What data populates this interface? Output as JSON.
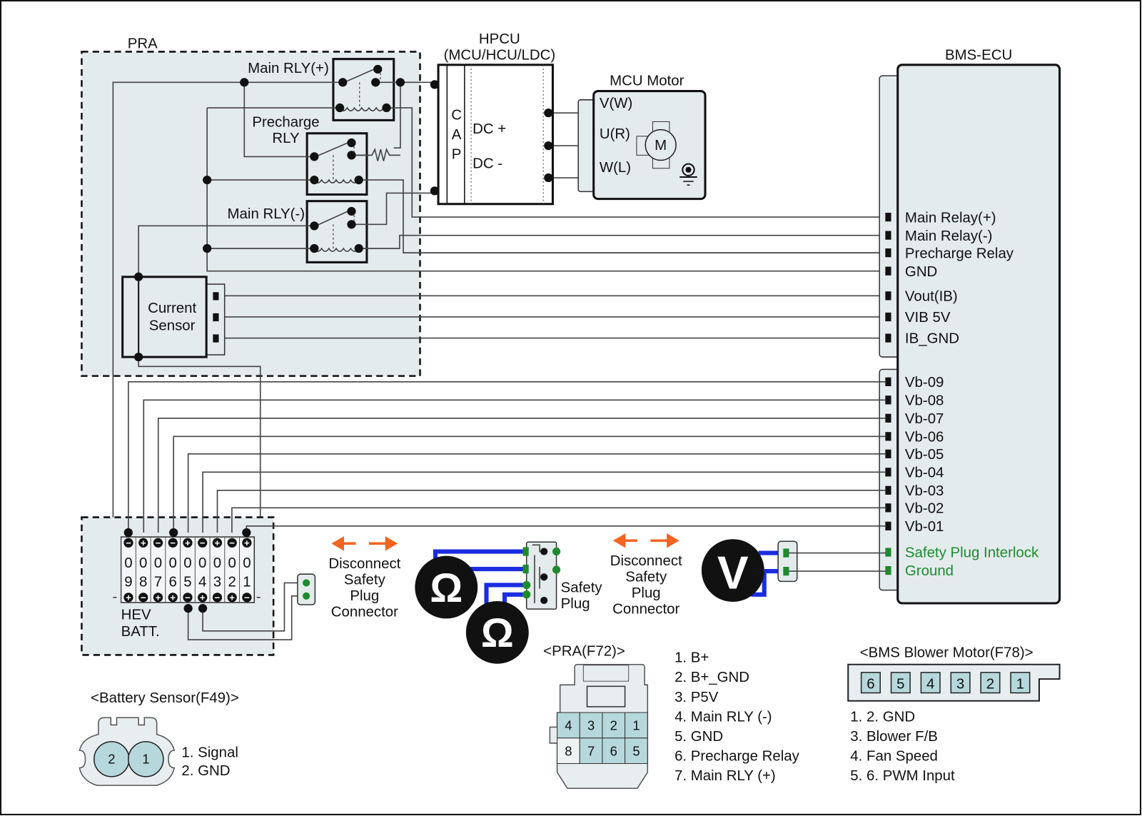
{
  "pra": {
    "title": "PRA",
    "main_rly_plus": "Main RLY(+)",
    "precharge_1": "Precharge",
    "precharge_2": "RLY",
    "main_rly_minus": "Main RLY(-)",
    "current_sensor_1": "Current",
    "current_sensor_2": "Sensor"
  },
  "hpcu": {
    "title": "HPCU",
    "subtitle": "(MCU/HCU/LDC)",
    "cap": [
      "C",
      "A",
      "P"
    ],
    "dc_plus": "DC +",
    "dc_minus": "DC -"
  },
  "motor": {
    "title": "MCU Motor",
    "v": "V(W)",
    "u": "U(R)",
    "w": "W(L)",
    "m": "M"
  },
  "bms": {
    "title": "BMS-ECU",
    "pins": [
      "Main Relay(+)",
      "Main Relay(-)",
      "Precharge Relay",
      "GND",
      "Vout(IB)",
      "VIB 5V",
      "IB_GND",
      "Vb-09",
      "Vb-08",
      "Vb-07",
      "Vb-06",
      "Vb-05",
      "Vb-04",
      "Vb-03",
      "Vb-02",
      "Vb-01"
    ],
    "green_pins": [
      "Safety Plug Interlock",
      "Ground"
    ],
    "green_color": "#1e8a2e"
  },
  "battery": {
    "label_1": "HEV",
    "label_2": "BATT.",
    "cells": [
      "09",
      "08",
      "07",
      "06",
      "05",
      "04",
      "03",
      "02",
      "01"
    ],
    "top_polarity": [
      "-",
      "+",
      "-",
      "-",
      "+",
      "-",
      "+",
      "-",
      "+"
    ],
    "bottom_polarity": [
      "+",
      "-",
      "+",
      "+",
      "-",
      "+",
      "-",
      "+",
      "-"
    ]
  },
  "disconnect_1": [
    "Disconnect",
    "Safety",
    "Plug",
    "Connector"
  ],
  "disconnect_2": [
    "Disconnect",
    "Safety",
    "Plug",
    "Connector"
  ],
  "safety_plug": [
    "Safety",
    "Plug"
  ],
  "meters": {
    "ohm": "Ω",
    "volt": "V",
    "probe_wire_color": "#1a2ee0",
    "arrow_color": "#f26522"
  },
  "battery_sensor": {
    "title": "<Battery Sensor(F49)>",
    "pins": [
      "2",
      "1"
    ],
    "desc": [
      "1. Signal",
      "2. GND"
    ]
  },
  "pra_f72": {
    "title": "<PRA(F72)>",
    "pins_top": [
      "4",
      "3",
      "2",
      "1"
    ],
    "pins_bottom": [
      "8",
      "7",
      "6",
      "5"
    ],
    "desc": [
      "1. B+",
      "2. B+_GND",
      "3. P5V",
      "4. Main RLY (-)",
      "5. GND",
      "6. Precharge Relay",
      "7. Main RLY (+)"
    ]
  },
  "blower_f78": {
    "title": "<BMS Blower Motor(F78)>",
    "pins": [
      "6",
      "5",
      "4",
      "3",
      "2",
      "1"
    ],
    "desc": [
      "1. 2. GND",
      "3. Blower F/B",
      "4. Fan Speed",
      "5. 6. PWM Input"
    ]
  }
}
